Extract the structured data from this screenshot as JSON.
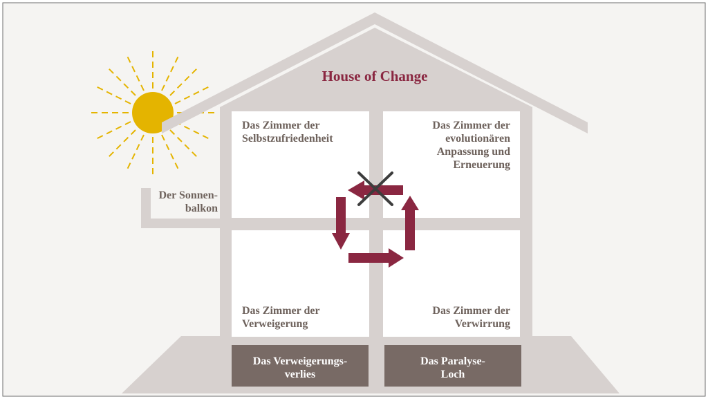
{
  "title": "House of Change",
  "rooms": {
    "top_left": "Das Zimmer der\nSelbstzufriedenheit",
    "top_right": "Das Zimmer der\nevolutionären\nAnpassung und\nErneuerung",
    "bottom_left": "Das Zimmer der\nVerweigerung",
    "bottom_right": "Das Zimmer der\nVerwirrung"
  },
  "balcony": "Der Sonnen-\nbalkon",
  "cellars": {
    "left": "Das Verweigerungs-\nverlies",
    "right": "Das Paralyse-\nLoch"
  },
  "colors": {
    "background": "#f5f4f2",
    "house": "#d7d1cf",
    "room": "#ffffff",
    "cellar": "#786a65",
    "arrow": "#8a2741",
    "sun": "#e4b400",
    "cross": "#3d3d3d",
    "label_text": "#6e625c"
  },
  "icons": [
    "sun-icon",
    "cycle-arrows-icon",
    "cross-icon"
  ]
}
